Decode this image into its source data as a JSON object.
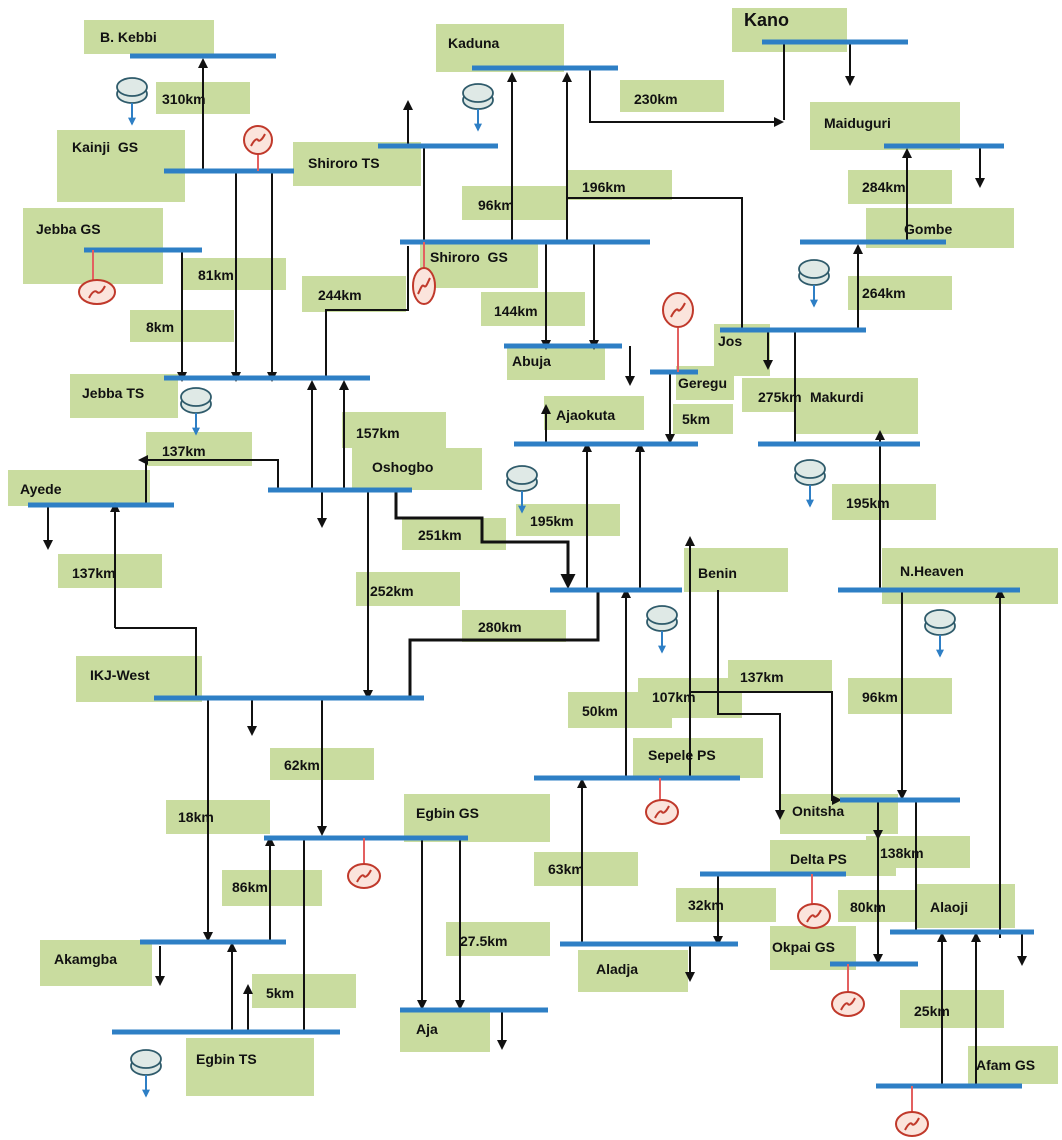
{
  "stations": {
    "kano": "Kano",
    "b_kebbi": "B. Kebbi",
    "kaduna": "Kaduna",
    "maiduguri": "Maiduguri",
    "kainji_gs": "Kainji  GS",
    "shiroro_ts": "Shiroro TS",
    "jebba_gs": "Jebba GS",
    "shiroro_gs": "Shiroro  GS",
    "gombe": "Gombe",
    "jos": "Jos",
    "abuja": "Abuja",
    "geregu": "Geregu",
    "jebba_ts": "Jebba TS",
    "ajaokuta": "Ajaokuta",
    "makurdi": "Makurdi",
    "oshogbo": "Oshogbo",
    "ayede": "Ayede",
    "benin": "Benin",
    "n_heaven": "N.Heaven",
    "ikj_west": "IKJ-West",
    "sepele_ps": "Sepele PS",
    "egbin_gs": "Egbin GS",
    "onitsha": "Onitsha",
    "delta_ps": "Delta PS",
    "alaoji": "Alaoji",
    "okpai_gs": "Okpai GS",
    "akamgba": "Akamgba",
    "aladja": "Aladja",
    "aja": "Aja",
    "egbin_ts": "Egbin TS",
    "afam_gs": "Afam GS"
  },
  "lines": {
    "kebbi_kainji": "310km",
    "kaduna_kano": "230km",
    "maiduguri_gombe": "284km",
    "kaduna_shiroro_gs": "96km",
    "kaduna_jos": "196km",
    "gombe_jos": "264km",
    "kainji_jebba_a": "81km",
    "jebba_gs_ts": "8km",
    "shiroro_oshogbo": "244km",
    "shiroro_abuja": "144km",
    "jos_makurdi": "275km",
    "geregu_ajaokuta": "5km",
    "jebba_oshogbo": "157km",
    "jebba_ayede": "137km",
    "ajaokuta_benin": "195km",
    "makurdi_nheaven": "195km",
    "oshogbo_benin": "251km",
    "ayede_ikj": "137km",
    "oshogbo_ikj": "252km",
    "benin_ikj": "280km",
    "benin_onitsha": "137km",
    "benin_sepele": "107km",
    "nheaven_onitsha": "96km",
    "benin_aladja": "50km",
    "ikj_egbin": "62km",
    "ikj_akamgba": "18km",
    "onitsha_alaoji": "138km",
    "egbin_akamgba": "86km",
    "sepele_aladja": "63km",
    "onitsha_okpai": "80km",
    "delta_aladja": "32km",
    "egbin_aja": "27.5km",
    "akamgba_egbin_ts": "5km",
    "alaoji_afam": "25km"
  },
  "colors": {
    "bus": "#2e7fc5",
    "label_box": "#c9dc9f",
    "generator": "#c0392b",
    "transformer": "#2f5b6b"
  },
  "icons": [
    "generator-icon",
    "transformer-icon",
    "load-arrow-icon"
  ]
}
